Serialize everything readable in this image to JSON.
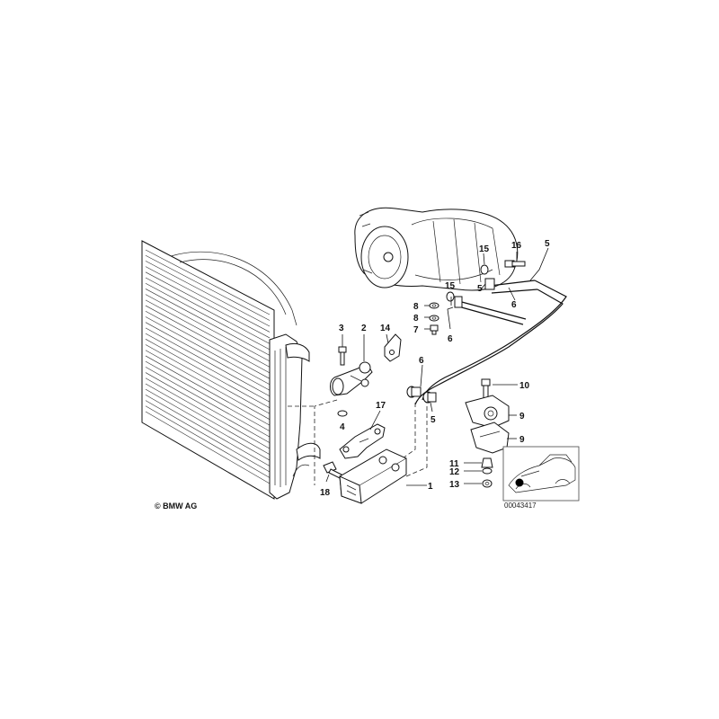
{
  "copyright": "© BMW AG",
  "diagram_id": "00043417",
  "labels": {
    "l1": "1",
    "l2": "2",
    "l3": "3",
    "l4": "4",
    "l5a": "5",
    "l5b": "5",
    "l5c": "5",
    "l6a": "6",
    "l6b": "6",
    "l6c": "6",
    "l7": "7",
    "l8a": "8",
    "l8b": "8",
    "l9a": "9",
    "l9b": "9",
    "l10": "10",
    "l11": "11",
    "l12": "12",
    "l13": "13",
    "l14": "14",
    "l15a": "15",
    "l15b": "15",
    "l16": "16",
    "l17": "17",
    "l18": "18"
  }
}
